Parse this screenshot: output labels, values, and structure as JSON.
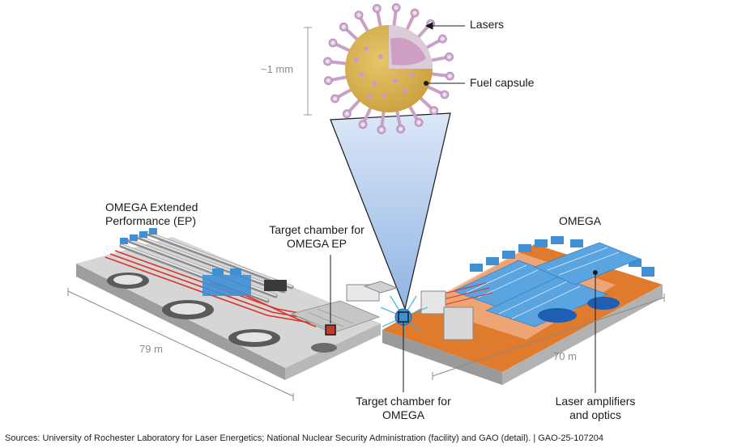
{
  "labels": {
    "lasers": "Lasers",
    "fuel_capsule": "Fuel capsule",
    "size": "~1 mm",
    "omega_ep_title_line1": "OMEGA Extended",
    "omega_ep_title_line2": "Performance (EP)",
    "target_chamber_ep_line1": "Target chamber for",
    "target_chamber_ep_line2": "OMEGA EP",
    "omega_title": "OMEGA",
    "dim_79": "79 m",
    "dim_70": "70 m",
    "target_chamber_omega_line1": "Target chamber for",
    "target_chamber_omega_line2": "OMEGA",
    "amplifiers_line1": "Laser amplifiers",
    "amplifiers_line2": "and optics"
  },
  "source": "Sources: University of Rochester Laboratory for Laser Energetics; National Nuclear Security Administration (facility) and GAO (detail).  |  GAO-25-107204",
  "colors": {
    "capsule": "#d9b456",
    "laser_pink": "#c79ac8",
    "beam_blue": "#bcd3ef",
    "ep_floor": "#d7d7d7",
    "omega_floor": "#e07a2c",
    "equipment_blue": "#3f8fd6",
    "ep_red": "#d8342e"
  }
}
